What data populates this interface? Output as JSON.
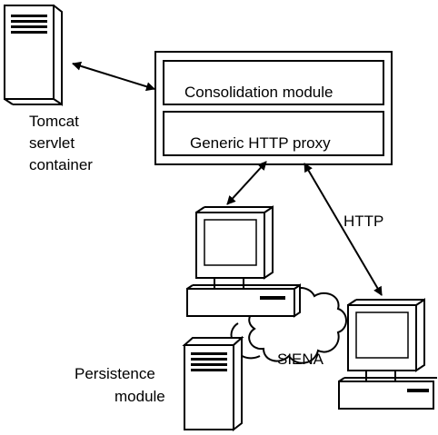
{
  "labels": {
    "consolidation": "Consolidation module",
    "proxy": "Generic HTTP proxy",
    "tomcat_line1": "Tomcat",
    "tomcat_line2": "servlet",
    "tomcat_line3": "container",
    "http": "HTTP",
    "siena": "SIENA",
    "persistence_line1": "Persistence",
    "persistence_line2": "module"
  },
  "colors": {
    "stroke": "#000000",
    "fill": "#ffffff"
  },
  "icons": [
    "tower-server-icon",
    "desktop-computer-icon",
    "cloud-icon"
  ]
}
